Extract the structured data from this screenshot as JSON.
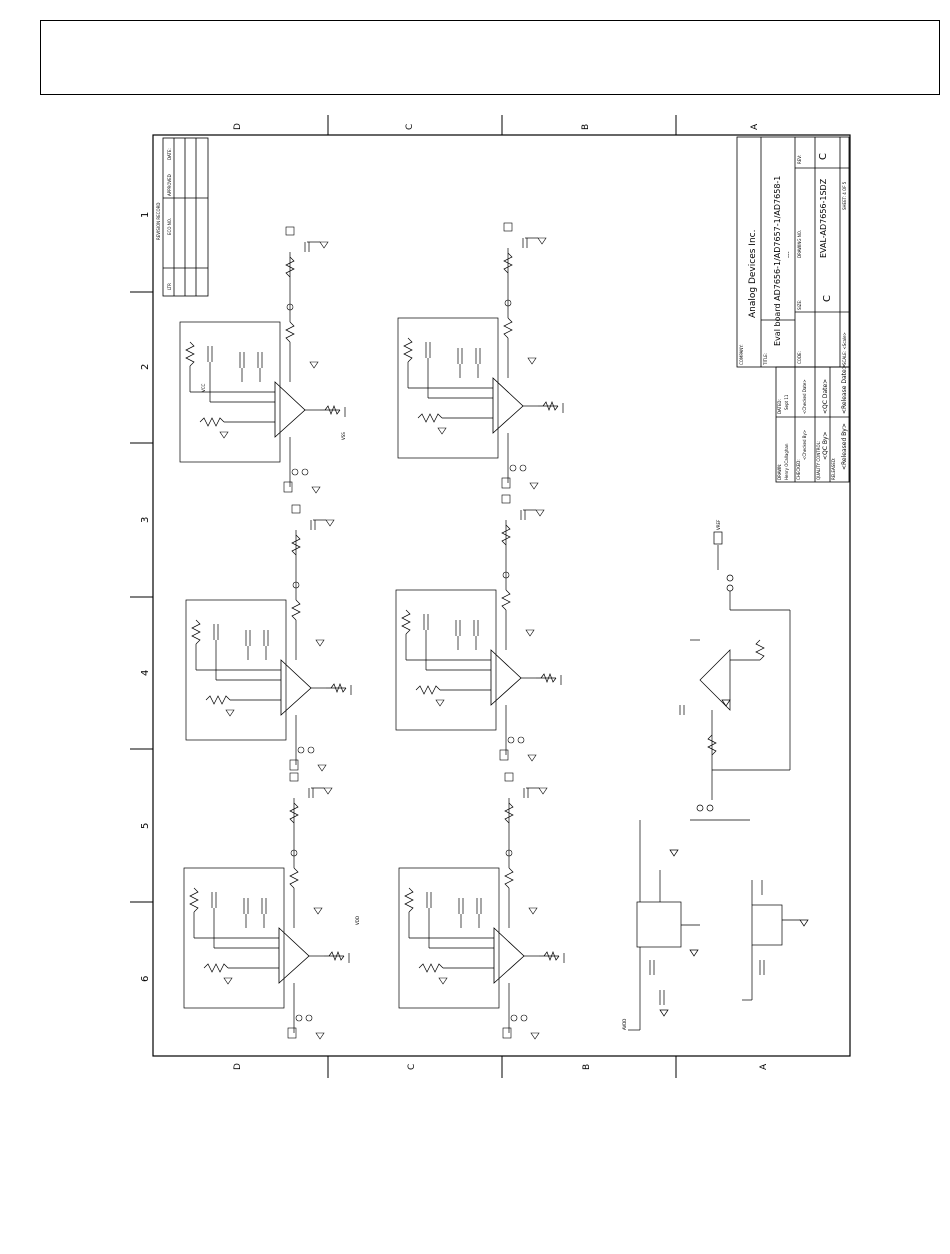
{
  "header": {
    "text": ""
  },
  "schematic": {
    "row_zones": [
      "D",
      "C",
      "B",
      "A"
    ],
    "col_zones": [
      "1",
      "2",
      "3",
      "4",
      "5",
      "6"
    ],
    "revision_record": {
      "title": "REVISION RECORD",
      "ecn": "ECO NO.",
      "approved": "APPROVED",
      "date": "DATE:",
      "ltr": "LTR"
    },
    "title_block": {
      "company_label": "COMPANY:",
      "company": "Analog Devices Inc.",
      "title_label": "TITLE:",
      "title": "Eval board AD7656-1/AD7657-1/AD7658-1",
      "subtitle": "---",
      "drawing_no_label": "DRAWING NO.",
      "drawing_no": "EVAL-AD7656-1SDZ",
      "rev_label": "REV:",
      "rev": "C",
      "size_label": "SIZE:",
      "size": "C",
      "code_label": "CODE:",
      "sheet": "SHEET: 4 OF 5",
      "scale": "SCALE: <Scale>",
      "drawn_label": "DRAWN:",
      "drawn": "Henry OCallaghan",
      "drawn_date_label": "DATED:",
      "drawn_date": "Sept 11",
      "checked_label": "CHECKED:",
      "checked": "<Checked By>",
      "checked_date": "<Checked Date>",
      "qc_label": "QUALITY CONTROL:",
      "qc": "<QC By>",
      "qc_date": "<QC Date>",
      "released_label": "RELEASED:",
      "released": "<Released By>",
      "released_date": "<Release Date>"
    },
    "power_labels": {
      "vcc": "VCC",
      "vdd": "VDD",
      "vss": "VSS",
      "avdd": "AVDD",
      "vref": "VREF"
    }
  }
}
